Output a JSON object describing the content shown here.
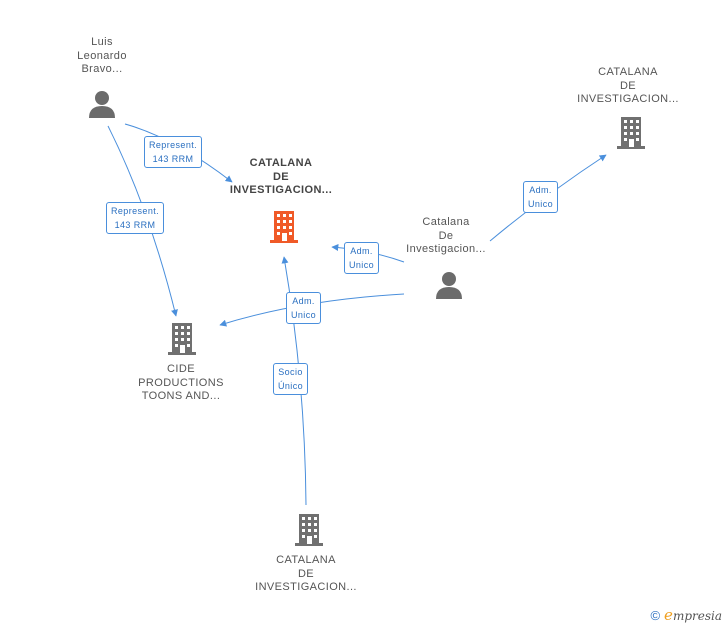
{
  "colors": {
    "edge": "#4a8fdc",
    "focus_building": "#f05a28",
    "building": "#707070",
    "person": "#6b6b6b"
  },
  "nodes": {
    "luis": {
      "lines": [
        "Luis",
        "Leonardo",
        "Bravo..."
      ],
      "icon": "person-icon"
    },
    "catalana_focus": {
      "lines": [
        "CATALANA",
        "DE",
        "INVESTIGACION..."
      ],
      "icon": "building-icon"
    },
    "catalana_topright": {
      "lines": [
        "CATALANA",
        "DE",
        "INVESTIGACION..."
      ],
      "icon": "building-icon"
    },
    "catalana_person": {
      "lines": [
        "Catalana",
        "De",
        "Investigacion..."
      ],
      "icon": "person-icon"
    },
    "cide": {
      "lines": [
        "CIDE",
        "PRODUCTIONS",
        "TOONS AND..."
      ],
      "icon": "building-icon"
    },
    "catalana_bottom": {
      "lines": [
        "CATALANA",
        "DE",
        "INVESTIGACION..."
      ],
      "icon": "building-icon"
    }
  },
  "edges": {
    "luis_to_focus": {
      "lines": [
        "Represent.",
        "143 RRM"
      ]
    },
    "luis_to_cide": {
      "lines": [
        "Represent.",
        "143 RRM"
      ]
    },
    "person_to_focus": {
      "lines": [
        "Adm.",
        "Unico"
      ]
    },
    "person_to_cide": {
      "lines": [
        "Adm.",
        "Unico"
      ]
    },
    "person_to_topright": {
      "lines": [
        "Adm.",
        "Unico"
      ]
    },
    "bottom_to_focus": {
      "lines": [
        "Socio",
        "Único"
      ]
    }
  },
  "footer": {
    "copyright": "©",
    "brand_initial": "e",
    "brand_rest": "mpresia"
  }
}
